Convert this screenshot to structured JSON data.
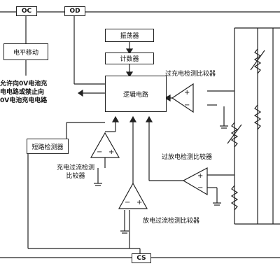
{
  "pins": {
    "oc": "OC",
    "od": "OD",
    "cs": "CS"
  },
  "blocks": {
    "level_shift": "电平移动",
    "oscillator": "振荡器",
    "counter": "计数器",
    "logic": "逻辑电路",
    "short_detect": "短路检测器"
  },
  "labels": {
    "ov_line1": "允许向0V电池充",
    "ov_line2": "电电路或禁止向",
    "ov_line3": "0V电池充电电路",
    "overcharge_comp": "过充电检测比较器",
    "overdischarge_comp": "过放电检测比较器",
    "charge_overcurrent_line1": "充电过流检测",
    "charge_overcurrent_line2": "比较器",
    "discharge_overcurrent": "放电过流检测比较器"
  }
}
